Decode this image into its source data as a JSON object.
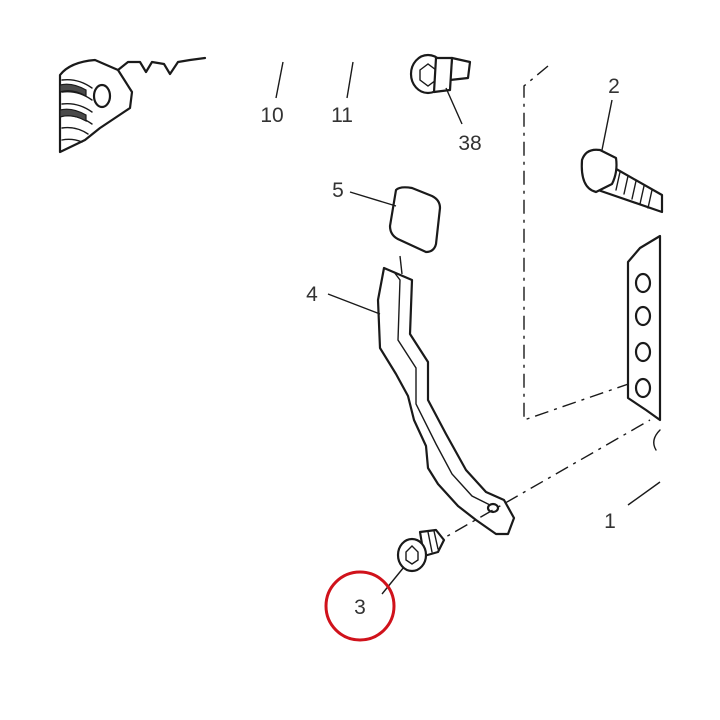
{
  "diagram": {
    "callouts": {
      "c10": "10",
      "c11": "11",
      "c38": "38",
      "c2": "2",
      "c5": "5",
      "c4": "4",
      "c1": "1",
      "c3": "3"
    },
    "highlight_color": "#d0121b",
    "line_color": "#1a1a1a"
  }
}
